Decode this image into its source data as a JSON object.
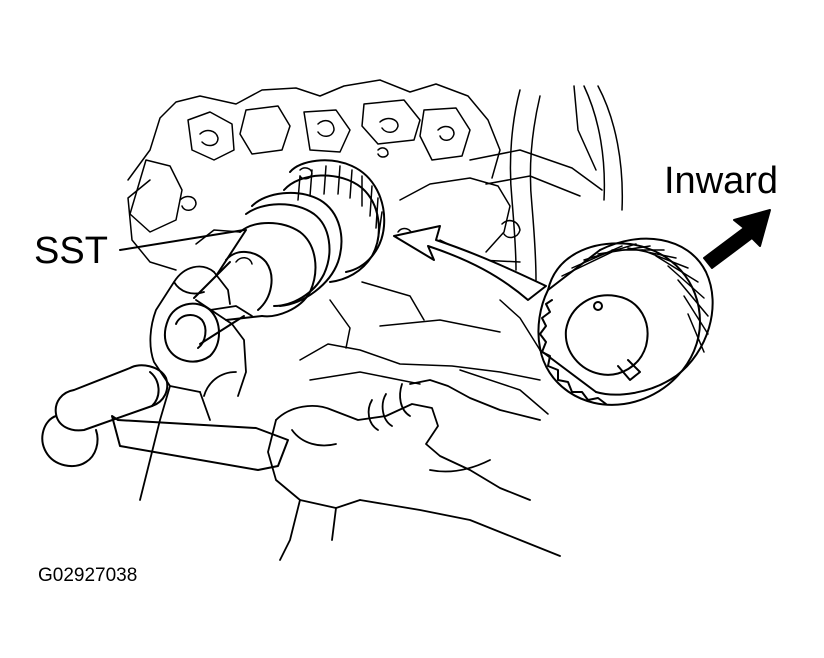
{
  "labels": {
    "inward": "Inward",
    "sst": "SST",
    "figure_code": "G02927038"
  },
  "colors": {
    "ink": "#000000",
    "paper": "#ffffff"
  }
}
